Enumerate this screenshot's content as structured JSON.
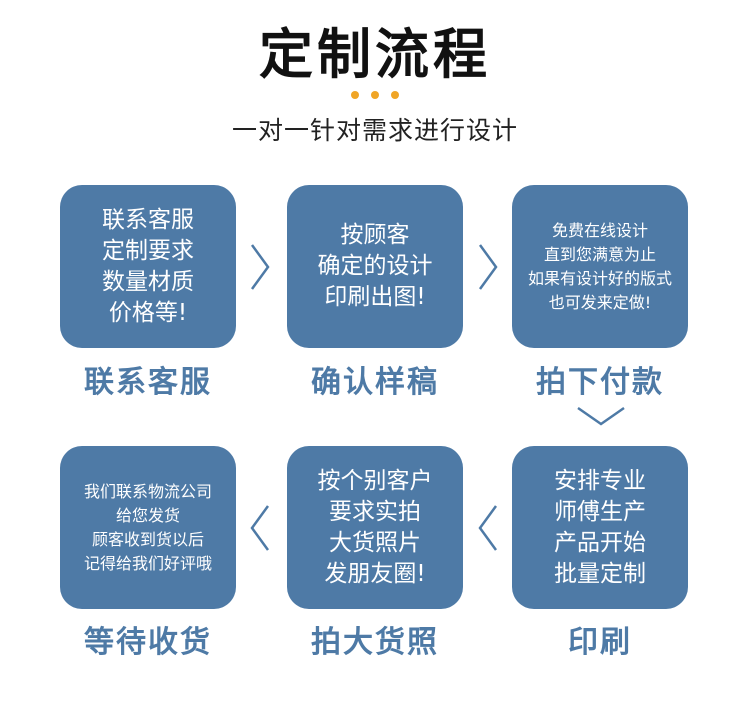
{
  "header": {
    "title": "定制流程",
    "subtitle": "一对一针对需求进行设计",
    "dot_color": "#f0a526"
  },
  "colors": {
    "card": "#4e7aa6",
    "label": "#4e7aa6"
  },
  "steps": [
    {
      "lines": [
        "联系客服",
        "定制要求",
        "数量材质",
        "价格等!"
      ],
      "label": "联系客服"
    },
    {
      "lines": [
        "按顾客",
        "确定的设计",
        "印刷出图!"
      ],
      "label": "确认样稿"
    },
    {
      "lines": [
        "免费在线设计",
        "直到您满意为止",
        "如果有设计好的版式",
        "也可发来定做!"
      ],
      "label": "拍下付款"
    },
    {
      "lines": [
        "安排专业",
        "师傅生产",
        "产品开始",
        "批量定制"
      ],
      "label": "印刷"
    },
    {
      "lines": [
        "按个别客户",
        "要求实拍",
        "大货照片",
        "发朋友圈!"
      ],
      "label": "拍大货照"
    },
    {
      "lines": [
        "我们联系物流公司",
        "给您发货",
        "顾客收到货以后",
        "记得给我们好评哦"
      ],
      "label": "等待收货"
    }
  ],
  "icons": [
    "chevron-right-icon",
    "chevron-down-icon",
    "chevron-left-icon"
  ]
}
